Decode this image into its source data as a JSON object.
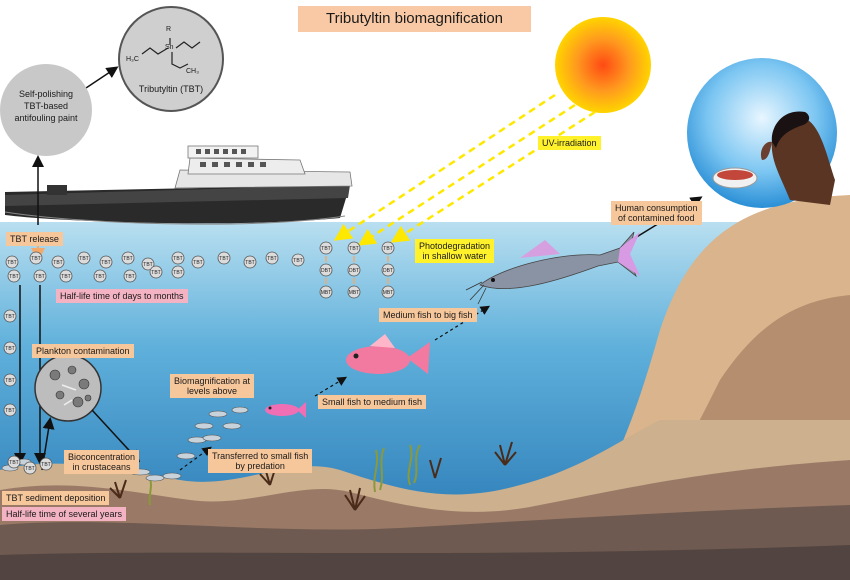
{
  "title": "Tributyltin biomagnification",
  "molecule": {
    "name": "Tributyltin (TBT)",
    "atom_r": "R",
    "atom_sn": "Sn",
    "group_left": "H₃C",
    "group_right": "CH₃"
  },
  "paint": "Self-polishing\nTBT-based\nantifouling paint",
  "labels": {
    "uv": "UV-irradiation",
    "photodegradation": "Photodegradation\nin shallow water",
    "human": "Human consumption\nof contamined food",
    "tbt_release": "TBT release",
    "half_life_water": "Half-life time of days to months",
    "plankton": "Plankton contamination",
    "biomag_levels": "Biomagnification at\nlevels above",
    "medium_big": "Medium fish to big fish",
    "small_medium": "Small fish to medium fish",
    "bioconcentration": "Bioconcentration\nin crustaceans",
    "transferred": "Transferred to small fish\nby predation",
    "sediment": "TBT sediment deposition",
    "half_life_sediment": "Half-life time of several years"
  },
  "molecule_tags": {
    "tbt": "TBT",
    "dbt": "DBT",
    "mbt": "MBT"
  },
  "colors": {
    "water": "#4a9fd0",
    "sky": "#ffffff",
    "hill": "#d8b38a",
    "sediment": "#8a6a55",
    "sun": "#ff7a1a",
    "label_orange": "#f7c79c",
    "label_pink": "#f3b3c3",
    "label_yellow": "#fff22a"
  }
}
